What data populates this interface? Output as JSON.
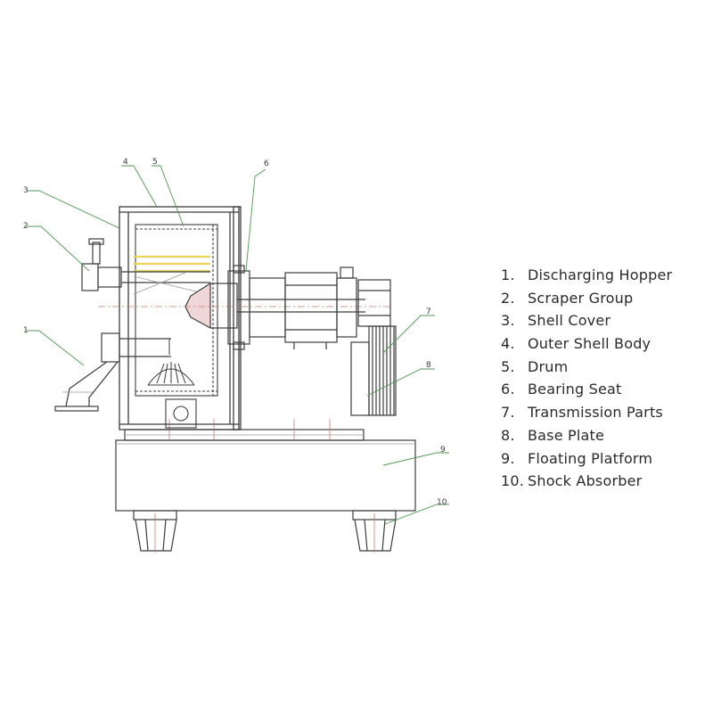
{
  "callouts": [
    "3",
    "2",
    "1",
    "4",
    "5",
    "6",
    "7",
    "8",
    "9",
    "10"
  ],
  "legend": [
    {
      "num": "1.",
      "label": "Discharging Hopper"
    },
    {
      "num": "2.",
      "label": "Scraper Group"
    },
    {
      "num": "3.",
      "label": "Shell Cover"
    },
    {
      "num": "4.",
      "label": "Outer Shell Body"
    },
    {
      "num": "5.",
      "label": "Drum"
    },
    {
      "num": "6.",
      "label": "Bearing Seat"
    },
    {
      "num": "7.",
      "label": "Transmission Parts"
    },
    {
      "num": "8.",
      "label": "Base Plate"
    },
    {
      "num": "9.",
      "label": "Floating Platform"
    },
    {
      "num": "10.",
      "label": "Shock Absorber"
    }
  ],
  "colors": {
    "outline": "#3c3c3c",
    "leader": "#4f9a4f",
    "hidden": "#d07878",
    "highlight": "#e7d659",
    "grey": "#9a9a9a"
  }
}
